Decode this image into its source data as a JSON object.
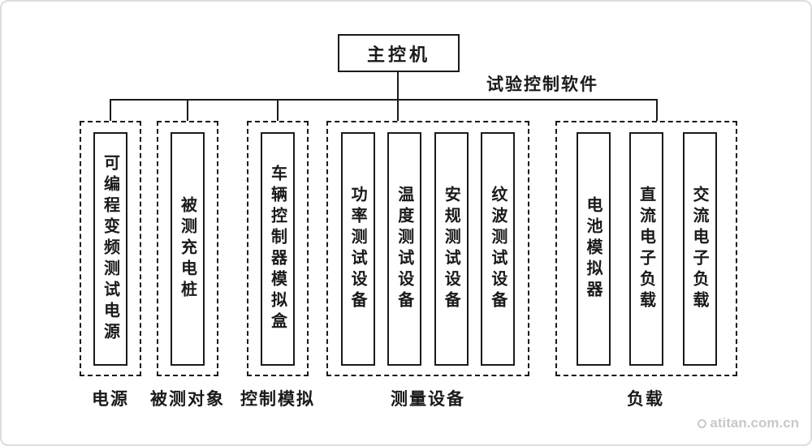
{
  "diagram": {
    "root_label": "主控机",
    "bus_label": "试验控制软件",
    "groups": [
      {
        "label": "电源",
        "items": [
          "可编程变频测试电源"
        ]
      },
      {
        "label": "被测对象",
        "items": [
          "被测充电桩"
        ]
      },
      {
        "label": "控制模拟",
        "items": [
          "车辆控制器模拟盒"
        ]
      },
      {
        "label": "测量设备",
        "items": [
          "功率测试设备",
          "温度测试设备",
          "安规测试设备",
          "纹波测试设备"
        ]
      },
      {
        "label": "负载",
        "items": [
          "电池模拟器",
          "直流电子负载",
          "交流电子负载"
        ]
      }
    ]
  },
  "watermark": {
    "text": "atitan.com.cn"
  },
  "colors": {
    "line": "#1a1a1a",
    "frame_border": "#dddddd",
    "watermark": "#c9c9c9"
  }
}
